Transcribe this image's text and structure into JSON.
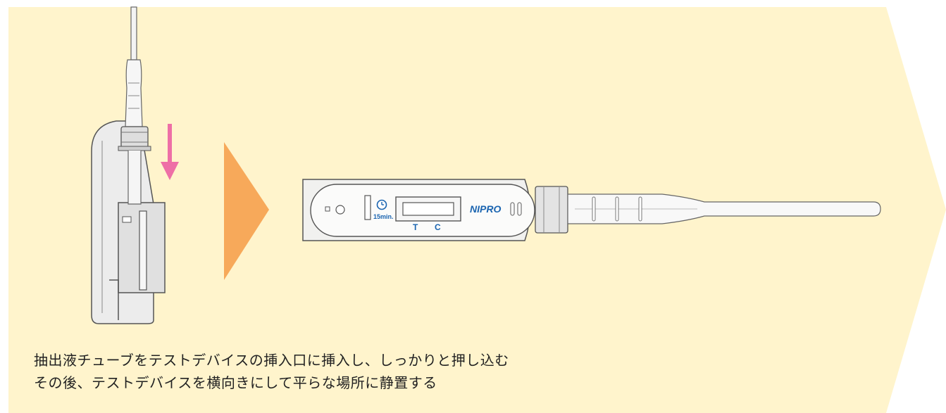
{
  "colors": {
    "background_panel": "#fff4cc",
    "arrow_orange": "#f7a95a",
    "arrow_pink": "#ee6fa6",
    "device_blue": "#1a64b0",
    "device_body": "#f4f4f2",
    "outline": "#555555"
  },
  "icons": [
    "pink-down-arrow",
    "orange-step-arrow",
    "clock-icon"
  ],
  "device": {
    "timer_label": "15min.",
    "t_label": "T",
    "c_label": "C",
    "brand": "NIPRO"
  },
  "caption": {
    "line1": "抽出液チューブをテストデバイスの挿入口に挿入し、しっかりと押し込む",
    "line2": "その後、テストデバイスを横向きにして平らな場所に静置する"
  }
}
